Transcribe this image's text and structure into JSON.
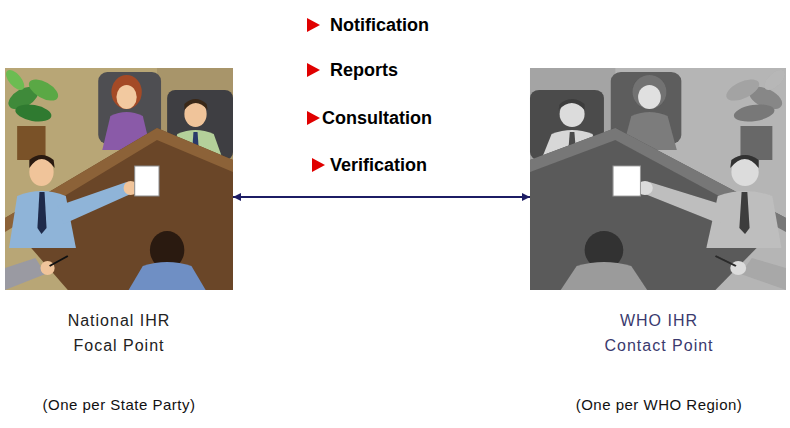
{
  "diagram": {
    "nodes": [
      {
        "text": [
          "National IHR Focal Point",
          "(One per State Party)"
        ]
      },
      {
        "text": [
          "WHO IHR Contact Point",
          "(One per WHO Region)"
        ]
      }
    ],
    "edges": [
      {
        "from": 0,
        "to": 1,
        "arrow": "both"
      }
    ],
    "labels": [
      "Notification",
      "Reports",
      "Consultation",
      "Verification"
    ]
  }
}
